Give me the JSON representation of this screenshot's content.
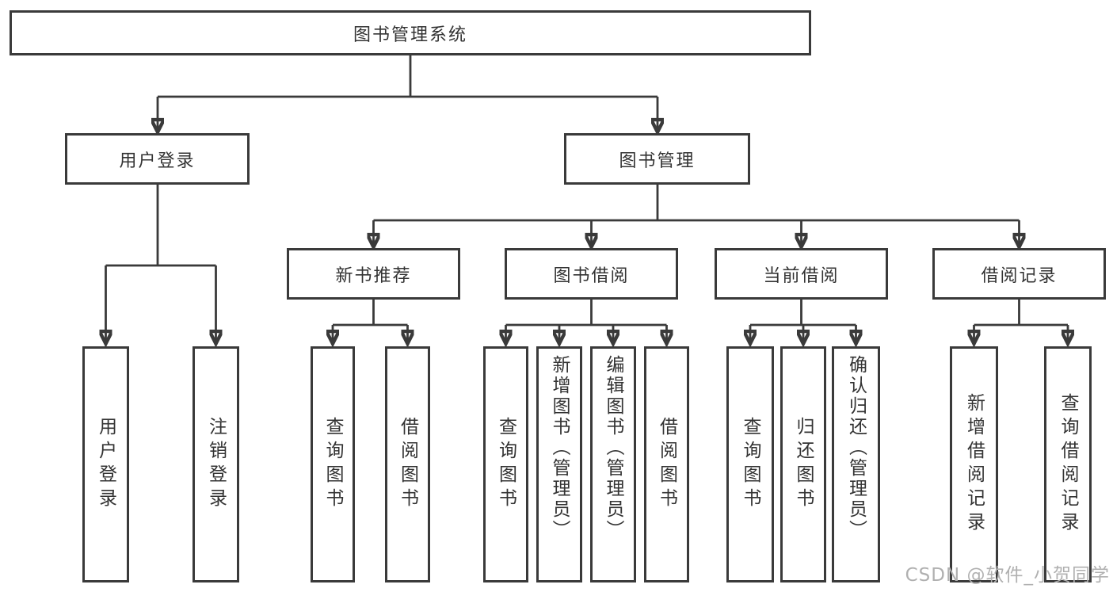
{
  "diagram_type": "hierarchy-tree",
  "tree": {
    "label": "图书管理系统",
    "children": [
      {
        "label": "用户登录",
        "children": [
          {
            "label": "用户登录"
          },
          {
            "label": "注销登录"
          }
        ]
      },
      {
        "label": "图书管理",
        "children": [
          {
            "label": "新书推荐",
            "children": [
              {
                "label": "查询图书"
              },
              {
                "label": "借阅图书"
              }
            ]
          },
          {
            "label": "图书借阅",
            "children": [
              {
                "label": "查询图书"
              },
              {
                "label": "新增图书（管理员）"
              },
              {
                "label": "编辑图书（管理员）"
              },
              {
                "label": "借阅图书"
              }
            ]
          },
          {
            "label": "当前借阅",
            "children": [
              {
                "label": "查询图书"
              },
              {
                "label": "归还图书"
              },
              {
                "label": "确认归还（管理员）"
              }
            ]
          },
          {
            "label": "借阅记录",
            "children": [
              {
                "label": "新增借阅记录"
              },
              {
                "label": "查询借阅记录"
              }
            ]
          }
        ]
      }
    ]
  },
  "watermark": {
    "text": "CSDN @软件_小贺同学"
  },
  "colors": {
    "background": "#ffffff",
    "box_fill": "#ffffff",
    "box_border": "#3a3a3a",
    "line": "#3a3a3a",
    "text": "#333333",
    "watermark": "#b0b0b0"
  }
}
